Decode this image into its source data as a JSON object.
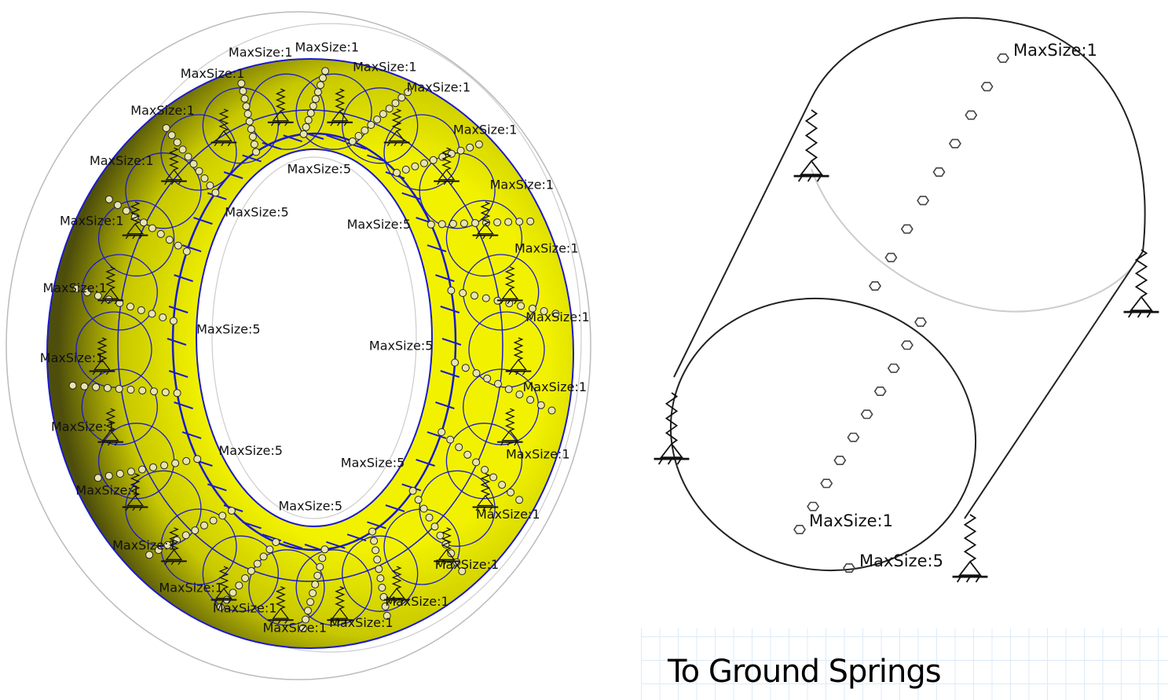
{
  "caption": "To Ground Springs",
  "colors": {
    "ring_fill": "#e6e600",
    "ring_dark": "#5a5a10",
    "mesh_blue": "#1a1acc",
    "outline": "#222222",
    "grid": "#dcebf8"
  },
  "icons": {
    "spring": "spring-to-ground-icon",
    "node": "hexagon-node-icon"
  },
  "right_labels": [
    "MaxSize:1",
    "MaxSize:1",
    "MaxSize:5"
  ],
  "left_labels": [
    "MaxSize:1",
    "MaxSize:1",
    "MaxSize:1",
    "MaxSize:1",
    "MaxSize:1",
    "MaxSize:1",
    "MaxSize:5",
    "MaxSize:1",
    "MaxSize:5",
    "MaxSize:1",
    "MaxSize:1",
    "MaxSize:5",
    "MaxSize:1",
    "MaxSize:5",
    "MaxSize:1",
    "MaxSize:5",
    "MaxSize:1",
    "MaxSize:5",
    "MaxSize:5",
    "MaxSize:1",
    "MaxSize:1",
    "MaxSize:1",
    "MaxSize:1",
    "MaxSize:5",
    "MaxSize:1",
    "MaxSize:1",
    "MaxSize:1",
    "MaxSize:1",
    "MaxSize:1",
    "MaxSize:1",
    "MaxSize:1",
    "MaxSize:1",
    "MaxSize:1",
    "MaxSize:1"
  ]
}
